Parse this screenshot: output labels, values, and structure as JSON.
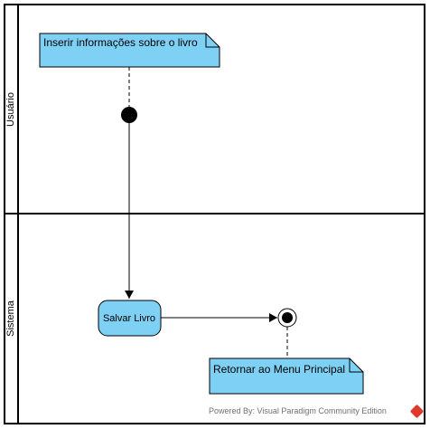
{
  "swimlanes": [
    {
      "label": "Usuário"
    },
    {
      "label": "Sistema"
    }
  ],
  "notes": [
    {
      "text": "Inserir informações sobre o livro"
    },
    {
      "text": "Retornar ao Menu Principal"
    }
  ],
  "action": {
    "label": "Salvar Livro"
  },
  "footer": {
    "text": "Powered By:  Visual Paradigm Community Edition"
  },
  "colors": {
    "fill_blue": "#7fd0f5",
    "stroke": "#000000"
  }
}
